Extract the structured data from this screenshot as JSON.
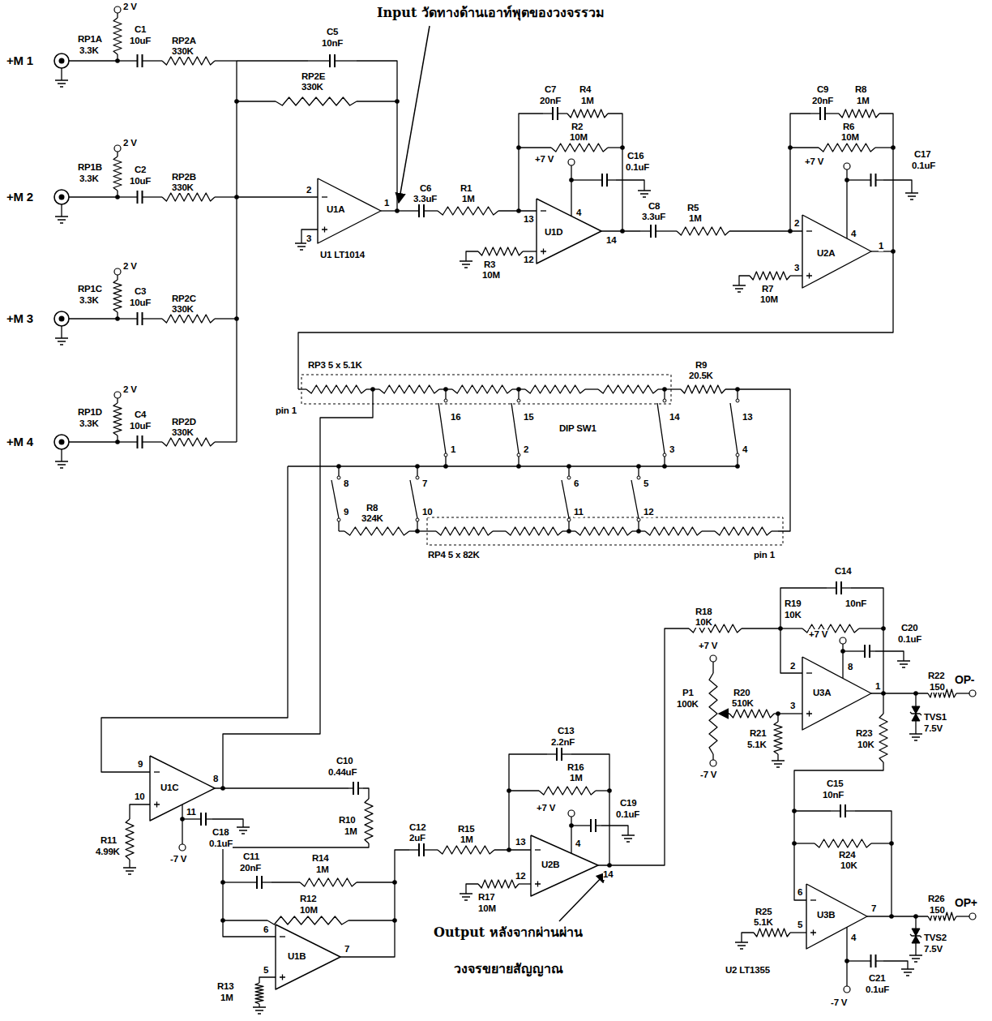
{
  "diagram": {
    "labels": [
      "Input วัดทางด้านเอาท์พุตของวงจรรวม",
      "+M 1",
      "2 V",
      "RP1A",
      "3.3K",
      "C1",
      "10uF",
      "RP2A",
      "330K",
      "C5",
      "10nF",
      "RP2E",
      "330K",
      "+M 2",
      "2 V",
      "RP1B",
      "3.3K",
      "C2",
      "10uF",
      "RP2B",
      "330K",
      "2",
      "U1A",
      "1",
      "3",
      "U1 LT1014",
      "+M 3",
      "2 V",
      "RP1C",
      "3.3K",
      "C3",
      "10uF",
      "RP2C",
      "330K",
      "+M 4",
      "2 V",
      "RP1D",
      "3.3K",
      "C4",
      "10uF",
      "RP2D",
      "330K",
      "C7",
      "20nF",
      "R4",
      "1M",
      "R2",
      "10M",
      "C6",
      "3.3uF",
      "R1",
      "1M",
      "+7 V",
      "C16",
      "0.1uF",
      "13",
      "4",
      "U1D",
      "14",
      "12",
      "R3",
      "10M",
      "C9",
      "20nF",
      "R8",
      "1M",
      "R6",
      "10M",
      "C8",
      "3.3uF",
      "R5",
      "1M",
      "+7 V",
      "C17",
      "0.1uF",
      "2",
      "4",
      "U2A",
      "1",
      "3",
      "R7",
      "10M",
      "RP3 5 x 5.1K",
      "R9",
      "20.5K",
      "pin 1",
      "16",
      "1",
      "15",
      "2",
      "DIP SW1",
      "14",
      "3",
      "13",
      "4",
      "8",
      "9",
      "R8",
      "324K",
      "7",
      "10",
      "6",
      "11",
      "5",
      "12",
      "RP4 5 x 82K",
      "pin 1",
      "9",
      "U1C",
      "8",
      "10",
      "11",
      "C10",
      "0.44uF",
      "R11",
      "4.99K",
      "C18",
      "0.1uF",
      "-7 V",
      "R10",
      "1M",
      "C11",
      "20nF",
      "R14",
      "1M",
      "R12",
      "10M",
      "6",
      "U1B",
      "7",
      "5",
      "R13",
      "1M",
      "C12",
      "2uF",
      "R15",
      "1M",
      "C13",
      "2.2nF",
      "R16",
      "1M",
      "+7 V",
      "C19",
      "0.1uF",
      "13",
      "4",
      "U2B",
      "14",
      "12",
      "R17",
      "10M",
      "Output หลังจากผ่านผ่าน",
      "วงจรขยายสัญญาณ",
      "R18",
      "10K",
      "C14",
      "R19",
      "10K",
      "10nF",
      "C20",
      "0.1uF",
      "+7 V",
      "+7 V",
      "2",
      "8",
      "U3A",
      "1",
      "R22",
      "150",
      "OP-",
      "P1",
      "100K",
      "R20",
      "510K",
      "3",
      "R21",
      "5.1K",
      "-7 V",
      "TVS1",
      "7.5V",
      "R23",
      "10K",
      "C15",
      "10nF",
      "R24",
      "10K",
      "6",
      "U3B",
      "7",
      "5",
      "R25",
      "5.1K",
      "4",
      "R26",
      "150",
      "OP+",
      "TVS2",
      "7.5V",
      "U2 LT1355",
      "-7 V",
      "C21",
      "0.1uF"
    ]
  }
}
